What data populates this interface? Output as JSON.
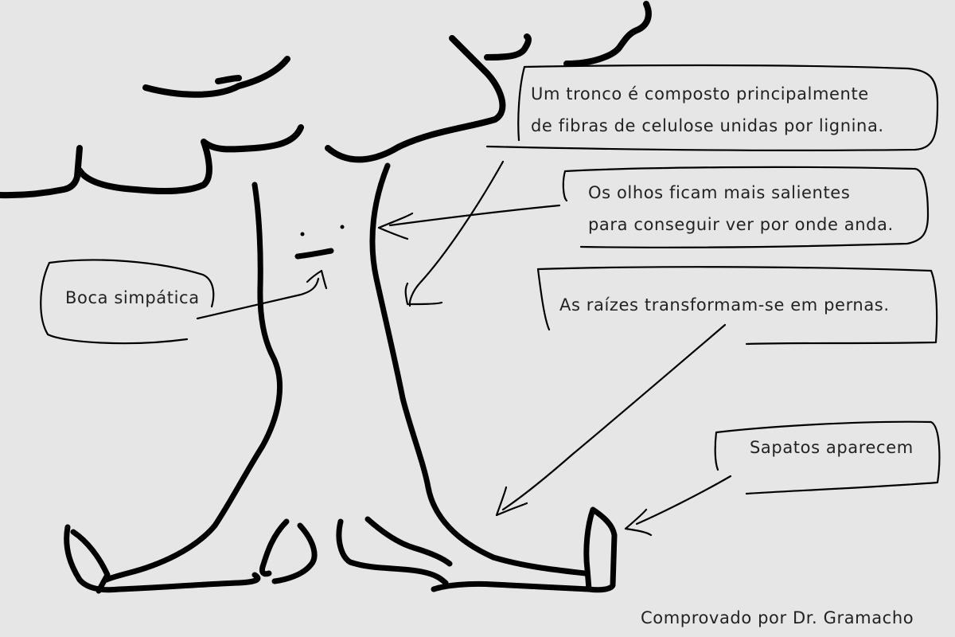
{
  "annotations": {
    "trunk": {
      "line1": "Um tronco é composto principalmente",
      "line2": "de fibras de celulose unidas por lignina."
    },
    "eyes": {
      "line1": "Os olhos ficam mais salientes",
      "line2": "para conseguir ver por onde anda."
    },
    "roots": "As raízes transformam-se em pernas.",
    "shoes": "Sapatos aparecem",
    "mouth": "Boca simpática"
  },
  "credit": "Comprovado por Dr. Gramacho",
  "colors": {
    "background": "#e6e6e6",
    "ink": "#000000",
    "text": "#222222"
  }
}
